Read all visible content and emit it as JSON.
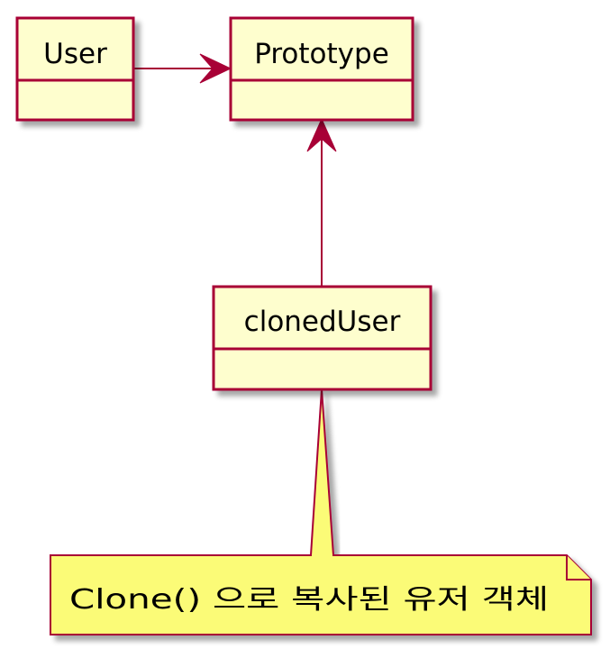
{
  "diagram": {
    "type": "uml-class-diagram",
    "classes": [
      {
        "id": "user",
        "name": "User"
      },
      {
        "id": "prototype",
        "name": "Prototype"
      },
      {
        "id": "cloned_user",
        "name": "clonedUser"
      }
    ],
    "relations": [
      {
        "from": "user",
        "to": "prototype",
        "kind": "association-arrow"
      },
      {
        "from": "cloned_user",
        "to": "prototype",
        "kind": "association-arrow"
      }
    ],
    "note": {
      "attached_to": "cloned_user",
      "text": "Clone() 으로 복사된 유저 객체"
    }
  },
  "colors": {
    "class_fill": "#FEFECE",
    "class_border": "#A80036",
    "note_fill": "#FBFB77",
    "note_border": "#A80036",
    "arrow": "#A80036",
    "shadow": "#C8C8C8",
    "text": "#000000"
  }
}
